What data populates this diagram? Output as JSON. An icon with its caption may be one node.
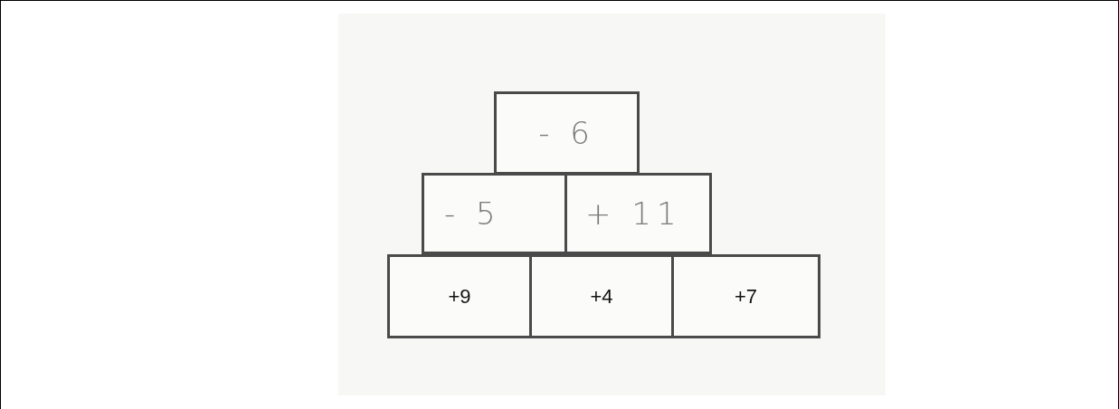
{
  "diagram": {
    "nodes": [
      {
        "text": [
          "- 6"
        ]
      },
      {
        "text": [
          "- 5"
        ]
      },
      {
        "text": [
          "+ 11"
        ]
      },
      {
        "text": [
          "+9"
        ]
      },
      {
        "text": [
          "+4"
        ]
      },
      {
        "text": [
          "+7"
        ]
      }
    ]
  }
}
